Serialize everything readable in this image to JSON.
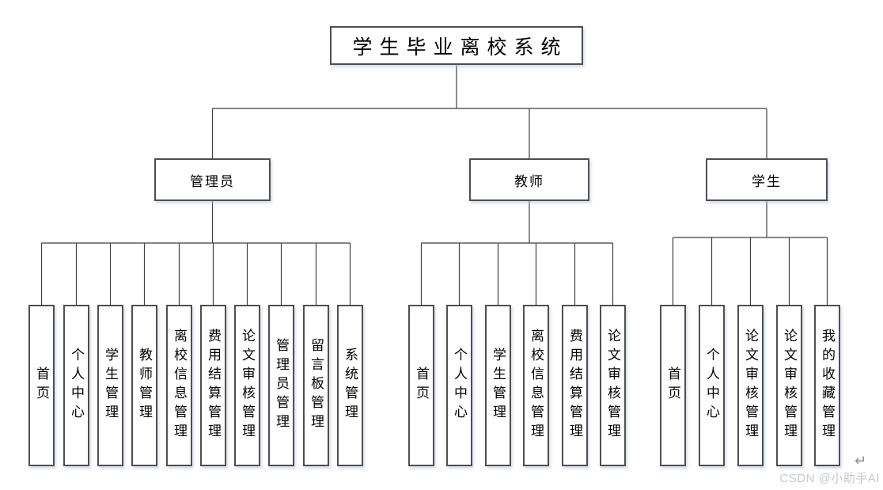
{
  "diagram": {
    "root": {
      "label": "学生毕业离校系统"
    },
    "branches": [
      {
        "label": "管理员",
        "children": [
          "首页",
          "个人中心",
          "学生管理",
          "教师管理",
          "离校信息管理",
          "费用结算管理",
          "论文审核管理",
          "管理员管理",
          "留言板管理",
          "系统管理"
        ]
      },
      {
        "label": "教师",
        "children": [
          "首页",
          "个人中心",
          "学生管理",
          "离校信息管理",
          "费用结算管理",
          "论文审核管理"
        ]
      },
      {
        "label": "学生",
        "children": [
          "首页",
          "个人中心",
          "论文审核管理",
          "论文审核管理",
          "我的收藏管理"
        ]
      }
    ]
  },
  "watermark": {
    "text": "CSDN @小助手AI",
    "arrow_glyph": "↵"
  },
  "colors": {
    "line": "#3f3f3f",
    "box_border": "#4f4f4f",
    "box_background": "#ffffff",
    "text": "#000000",
    "watermark_text": "#c8c8c8",
    "watermark_arrow": "#8c8c8c"
  }
}
